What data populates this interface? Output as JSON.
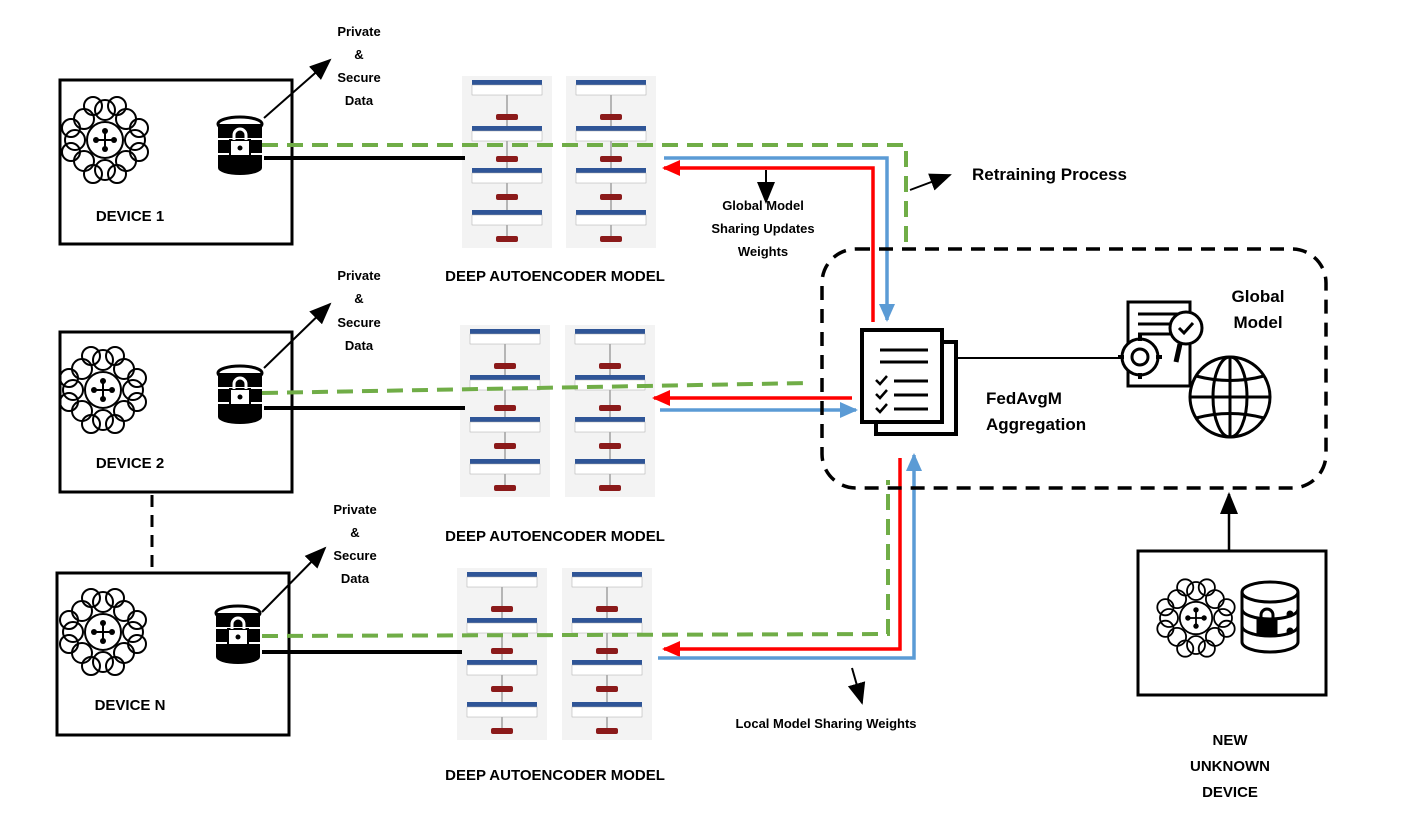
{
  "devices": [
    {
      "label": "DEVICE 1",
      "data_label": [
        "Private",
        "&",
        "Secure",
        "Data"
      ]
    },
    {
      "label": "DEVICE 2",
      "data_label": [
        "Private",
        "&",
        "Secure",
        "Data"
      ]
    },
    {
      "label": "DEVICE N",
      "data_label": [
        "Private",
        "&",
        "Secure",
        "Data"
      ]
    }
  ],
  "models": [
    {
      "label": "DEEP AUTOENCODER MODEL"
    },
    {
      "label": "DEEP AUTOENCODER MODEL"
    },
    {
      "label": "DEEP AUTOENCODER MODEL"
    }
  ],
  "labels": {
    "retraining": "Retraining Process",
    "global_sharing": [
      "Global Model",
      "Sharing Updates",
      "Weights"
    ],
    "local_sharing": "Local Model Sharing Weights",
    "aggregation": [
      "FedAvgM",
      "Aggregation"
    ],
    "global_model": [
      "Global",
      "Model"
    ],
    "new_device": [
      "NEW",
      "UNKNOWN",
      "DEVICE"
    ]
  },
  "colors": {
    "global_weights_arrow": "#ff0000",
    "local_weights_arrow": "#5b9bd5",
    "retraining_path": "#70ad47",
    "layer_header": "#2f5597",
    "layer_node": "#8b1a1a"
  },
  "icons": {
    "device": "network-nodes-icon",
    "storage": "secure-database-icon",
    "aggregator": "document-checklist-icon",
    "global_model": [
      "settings-document-icon",
      "globe-icon"
    ]
  }
}
